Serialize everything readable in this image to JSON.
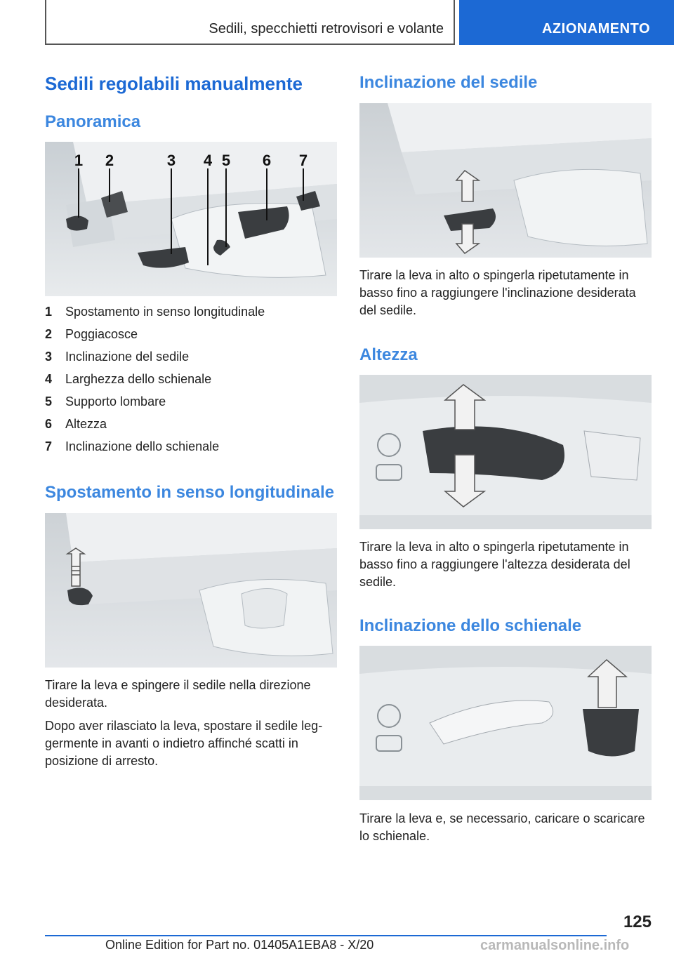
{
  "header": {
    "chapter_title": "Sedili, specchietti retrovisori e volante",
    "section_badge": "AZIONAMENTO"
  },
  "left": {
    "main_heading": "Sedili regolabili manualmente",
    "overview_heading": "Panoramica",
    "callouts": [
      "1",
      "2",
      "3",
      "4",
      "5",
      "6",
      "7"
    ],
    "legend": [
      {
        "num": "1",
        "text": "Spostamento in senso longitudinale"
      },
      {
        "num": "2",
        "text": "Poggiacosce"
      },
      {
        "num": "3",
        "text": "Inclinazione del sedile"
      },
      {
        "num": "4",
        "text": "Larghezza dello schienale"
      },
      {
        "num": "5",
        "text": "Supporto lombare"
      },
      {
        "num": "6",
        "text": "Altezza"
      },
      {
        "num": "7",
        "text": "Inclinazione dello schienale"
      }
    ],
    "longitudinal_heading": "Spostamento in senso longitudinale",
    "longitudinal_p1": "Tirare la leva e spingere il sedile nella direzione desiderata.",
    "longitudinal_p2": "Dopo aver rilasciato la leva, spostare il sedile leg­germente in avanti o indietro affinché scatti in posizione di arresto."
  },
  "right": {
    "tilt_heading": "Inclinazione del sedile",
    "tilt_text": "Tirare la leva in alto o spingerla ripetutamente in basso fino a raggiungere l'inclinazione desiderata del sedile.",
    "height_heading": "Altezza",
    "height_text": "Tirare la leva in alto o spingerla ripetutamente in basso fino a raggiungere l'altezza desiderata del sedile.",
    "backrest_heading": "Inclinazione dello schienale",
    "backrest_text": "Tirare la leva e, se necessario, caricare o scari­care lo schienale."
  },
  "footer": {
    "page_number": "125",
    "edition": "Online Edition for Part no. 01405A1EBA8 - X/20",
    "watermark": "carmanualsonline.info"
  }
}
